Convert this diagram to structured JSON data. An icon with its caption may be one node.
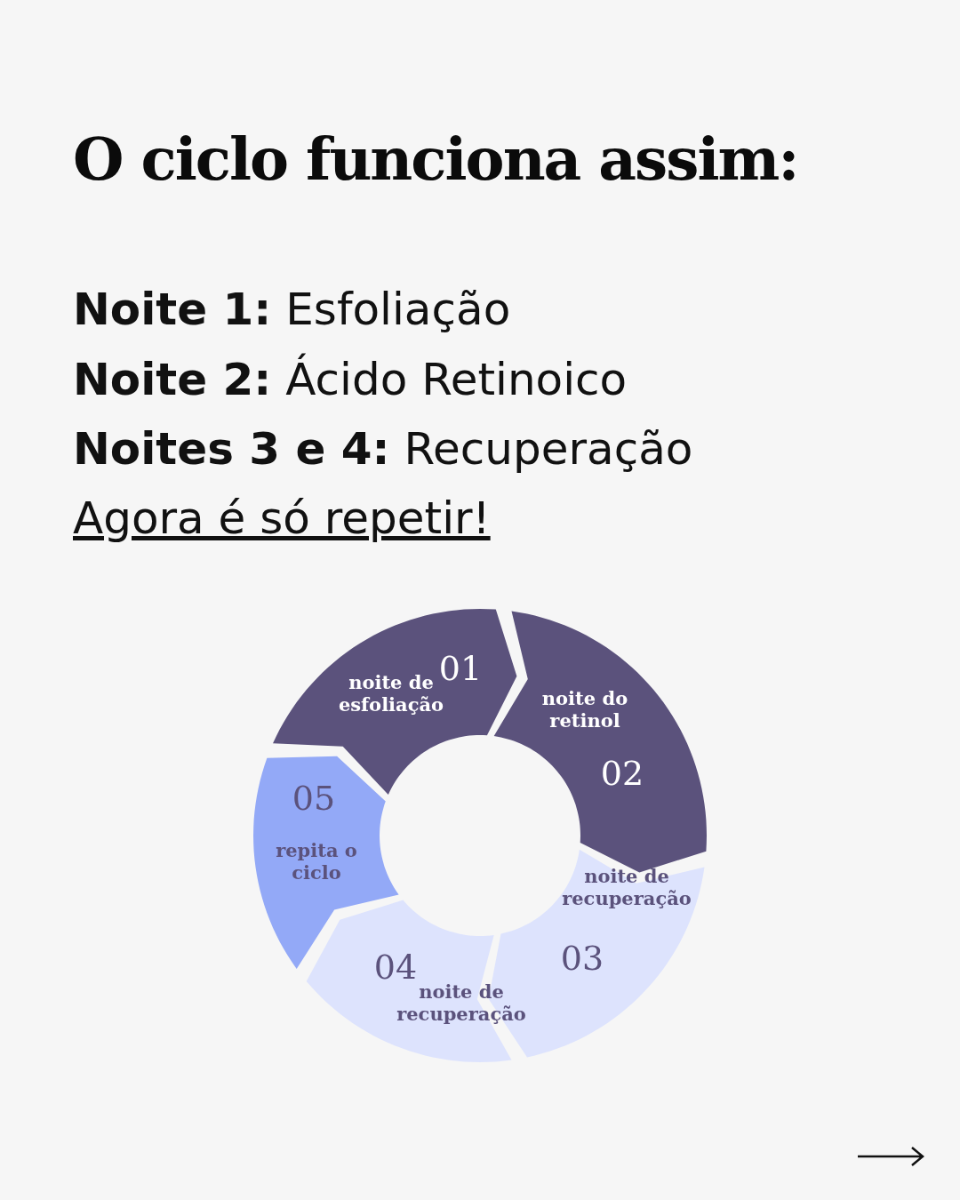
{
  "diagram": {
    "title": "O ciclo funciona assim:",
    "nodes": [
      {
        "text": [
          "01",
          "noite de esfoliação"
        ]
      },
      {
        "text": [
          "noite do retinol",
          "02"
        ]
      },
      {
        "text": [
          "noite de recuperação",
          "03"
        ]
      },
      {
        "text": [
          "04",
          "noite de recuperação"
        ]
      },
      {
        "text": [
          "05",
          "repita o ciclo"
        ]
      }
    ],
    "labels": [
      "**Noite 1:** Esfoliação",
      "**Noite 2:** Ácido Retinoico",
      "**Noites 3 e 4:** Recuperação",
      "Agora é só repetir!"
    ]
  }
}
